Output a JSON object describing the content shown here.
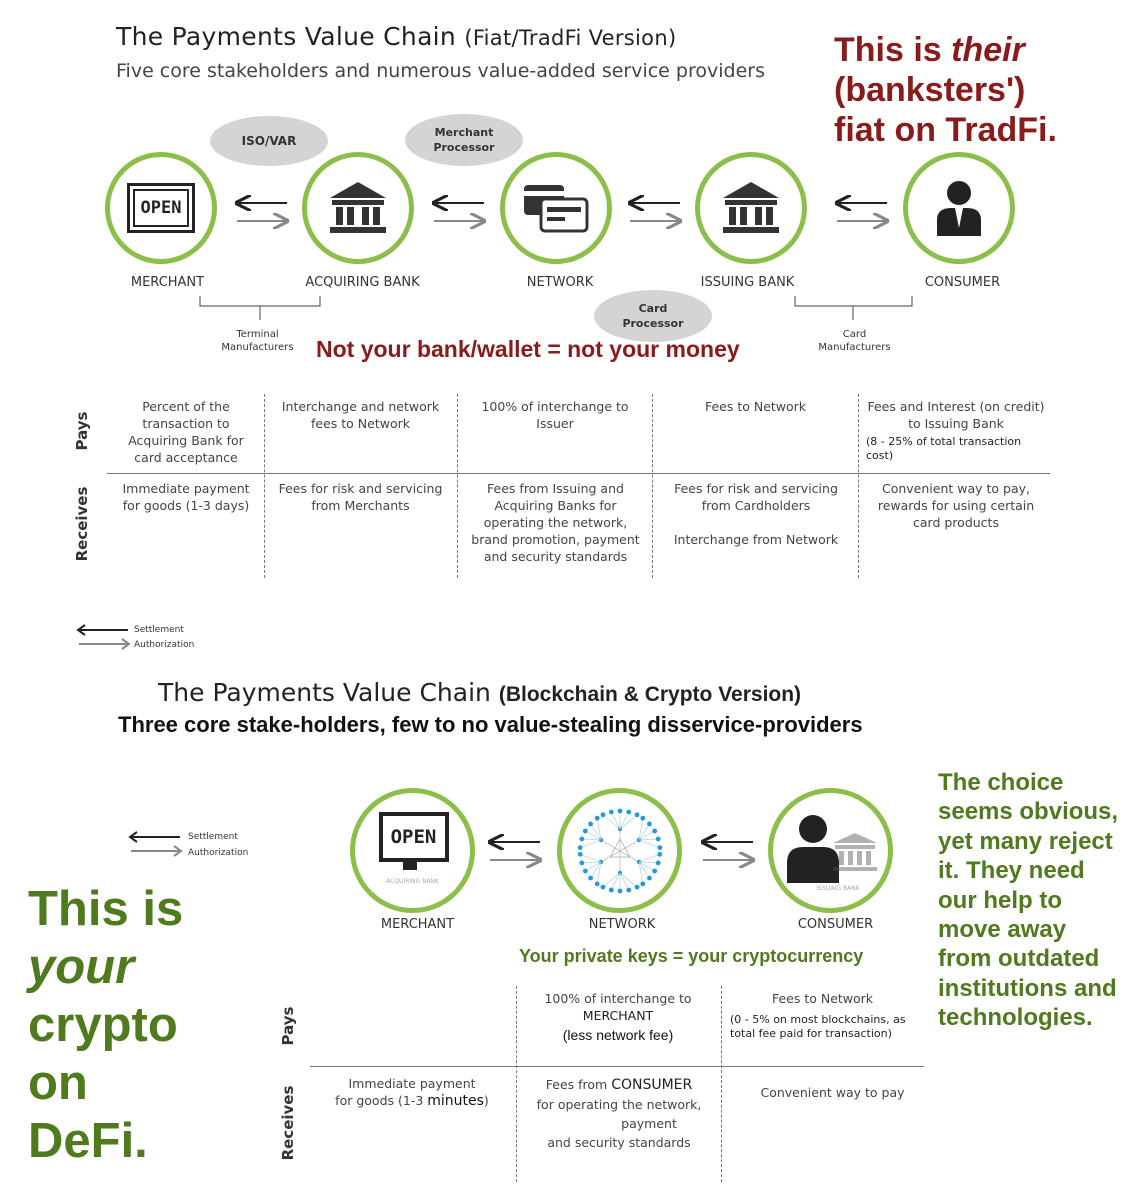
{
  "top": {
    "title": "The Payments Value Chain",
    "title_suffix": "(Fiat/TradFi Version)",
    "subtitle": "Five core stakeholders and numerous value-added service providers",
    "red_note": {
      "line1": "This is ",
      "italic": "their",
      "line2": "(banksters')",
      "line3": "fiat on TradFi."
    },
    "nodes": [
      "MERCHANT",
      "ACQUIRING BANK",
      "NETWORK",
      "ISSUING BANK",
      "CONSUMER"
    ],
    "clouds": {
      "iso_var": "ISO/VAR",
      "merchant_processor": [
        "Merchant",
        "Processor"
      ],
      "card_processor": [
        "Card",
        "Processor"
      ]
    },
    "open_sign": "OPEN",
    "notes": {
      "terminal": [
        "Terminal",
        "Manufacturers"
      ],
      "card": [
        "Card",
        "Manufacturers"
      ]
    },
    "center_note": "Not your bank/wallet = not your money",
    "row_labels": {
      "pays": "Pays",
      "receives": "Receives"
    },
    "pays": [
      "Percent of the transaction to Acquiring Bank for card acceptance",
      "Interchange and network fees to Network",
      "100% of interchange to Issuer",
      "Fees to Network",
      "Fees and Interest (on credit) to Issuing Bank"
    ],
    "pays_extra": "(8 - 25% of total transaction cost)",
    "receives": [
      "Immediate payment for goods (1-3 days)",
      "Fees for risk and servicing from Merchants",
      "Fees from Issuing and Acquiring Banks for operating the network, brand promotion, payment and security standards",
      "Fees for risk and servicing from Cardholders",
      "Convenient way to pay, rewards for using certain card products"
    ],
    "receives_extra": "Interchange from Network",
    "legend": {
      "settlement": "Settlement",
      "authorization": "Authorization"
    }
  },
  "bottom": {
    "title": "The Payments Value Chain",
    "title_suffix": "(Blockchain & Crypto Version)",
    "subtitle": "Three core stake-holders, few to no value-stealing disservice-providers",
    "nodes": [
      "MERCHANT",
      "NETWORK",
      "CONSUMER"
    ],
    "open_sign": "OPEN",
    "faint": {
      "acquiring": "ACQUIRING BANK",
      "issuing": "ISSUING BANK"
    },
    "legend": {
      "settlement": "Settlement",
      "authorization": "Authorization"
    },
    "green_center": "Your private keys = your cryptocurrency",
    "row_labels": {
      "pays": "Pays",
      "receives": "Receives"
    },
    "pays": {
      "network": [
        "100% of interchange to",
        "MERCHANT",
        "(less network fee)"
      ],
      "consumer": "Fees to Network",
      "consumer_extra": "(0 - 5% on most blockchains, as total fee paid for transaction)"
    },
    "receives": {
      "merchant": [
        "Immediate payment",
        "for goods (1-3 ",
        "minutes",
        ")"
      ],
      "network": [
        "Fees from ",
        "CONSUMER",
        "for operating the network,",
        "payment",
        "and security standards"
      ],
      "consumer": "Convenient way to pay"
    },
    "green_left": {
      "line1": "This is",
      "italic": "your",
      "line3": "crypto",
      "line4": "on",
      "line5": "DeFi."
    },
    "green_right": "The choice seems obvious, yet many reject it. They need our help to move away from outdated institutions and technologies."
  },
  "colors": {
    "ring": "#8cbf4a",
    "red": "#8b1a1a",
    "green": "#4f7a1e",
    "node_blue": "#1e9be0"
  }
}
